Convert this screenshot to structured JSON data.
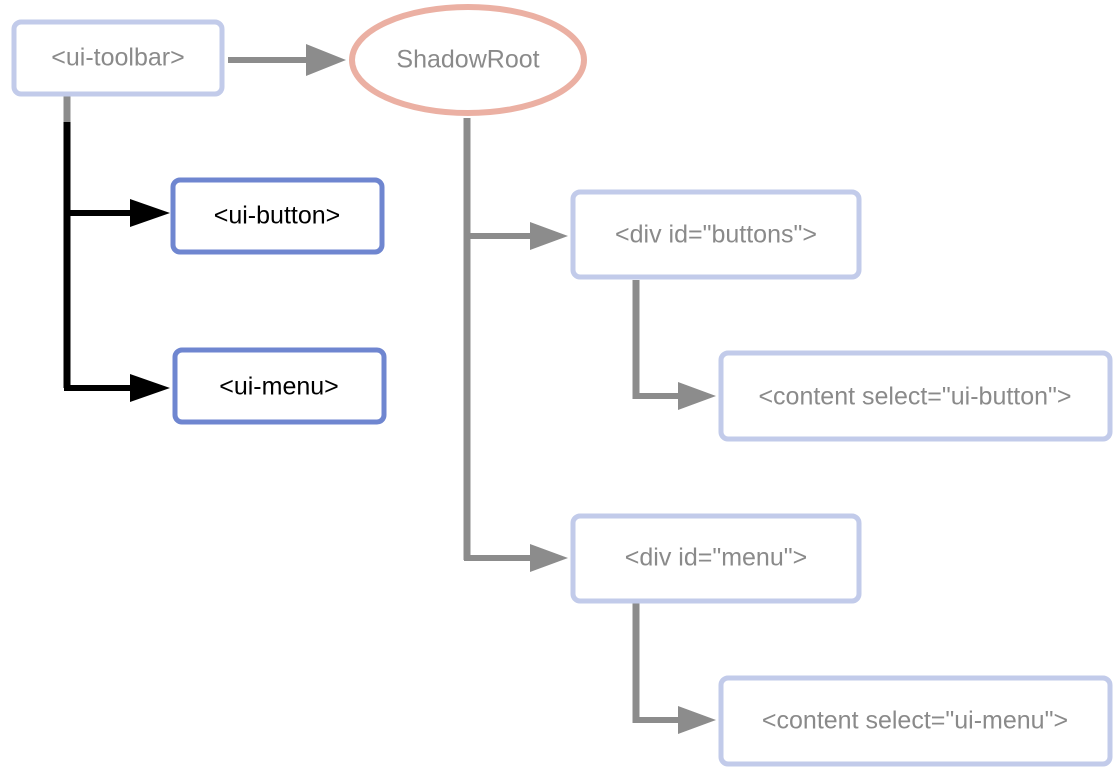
{
  "colors": {
    "shadow_node_stroke": "#c2cbea",
    "shadow_text": "#8a8a8a",
    "light_node_stroke": "#6f86d0",
    "light_text": "#000000",
    "shadow_root_stroke": "#ebb0a3",
    "shadow_connector": "#8c8c8c",
    "light_connector": "#000000"
  },
  "nodes": {
    "ui_toolbar": "<ui-toolbar>",
    "shadow_root": "ShadowRoot",
    "ui_button": "<ui-button>",
    "ui_menu": "<ui-menu>",
    "div_buttons": "<div id=\"buttons\">",
    "content_button": "<content select=\"ui-button\">",
    "div_menu": "<div id=\"menu\">",
    "content_menu": "<content select=\"ui-menu\">"
  }
}
